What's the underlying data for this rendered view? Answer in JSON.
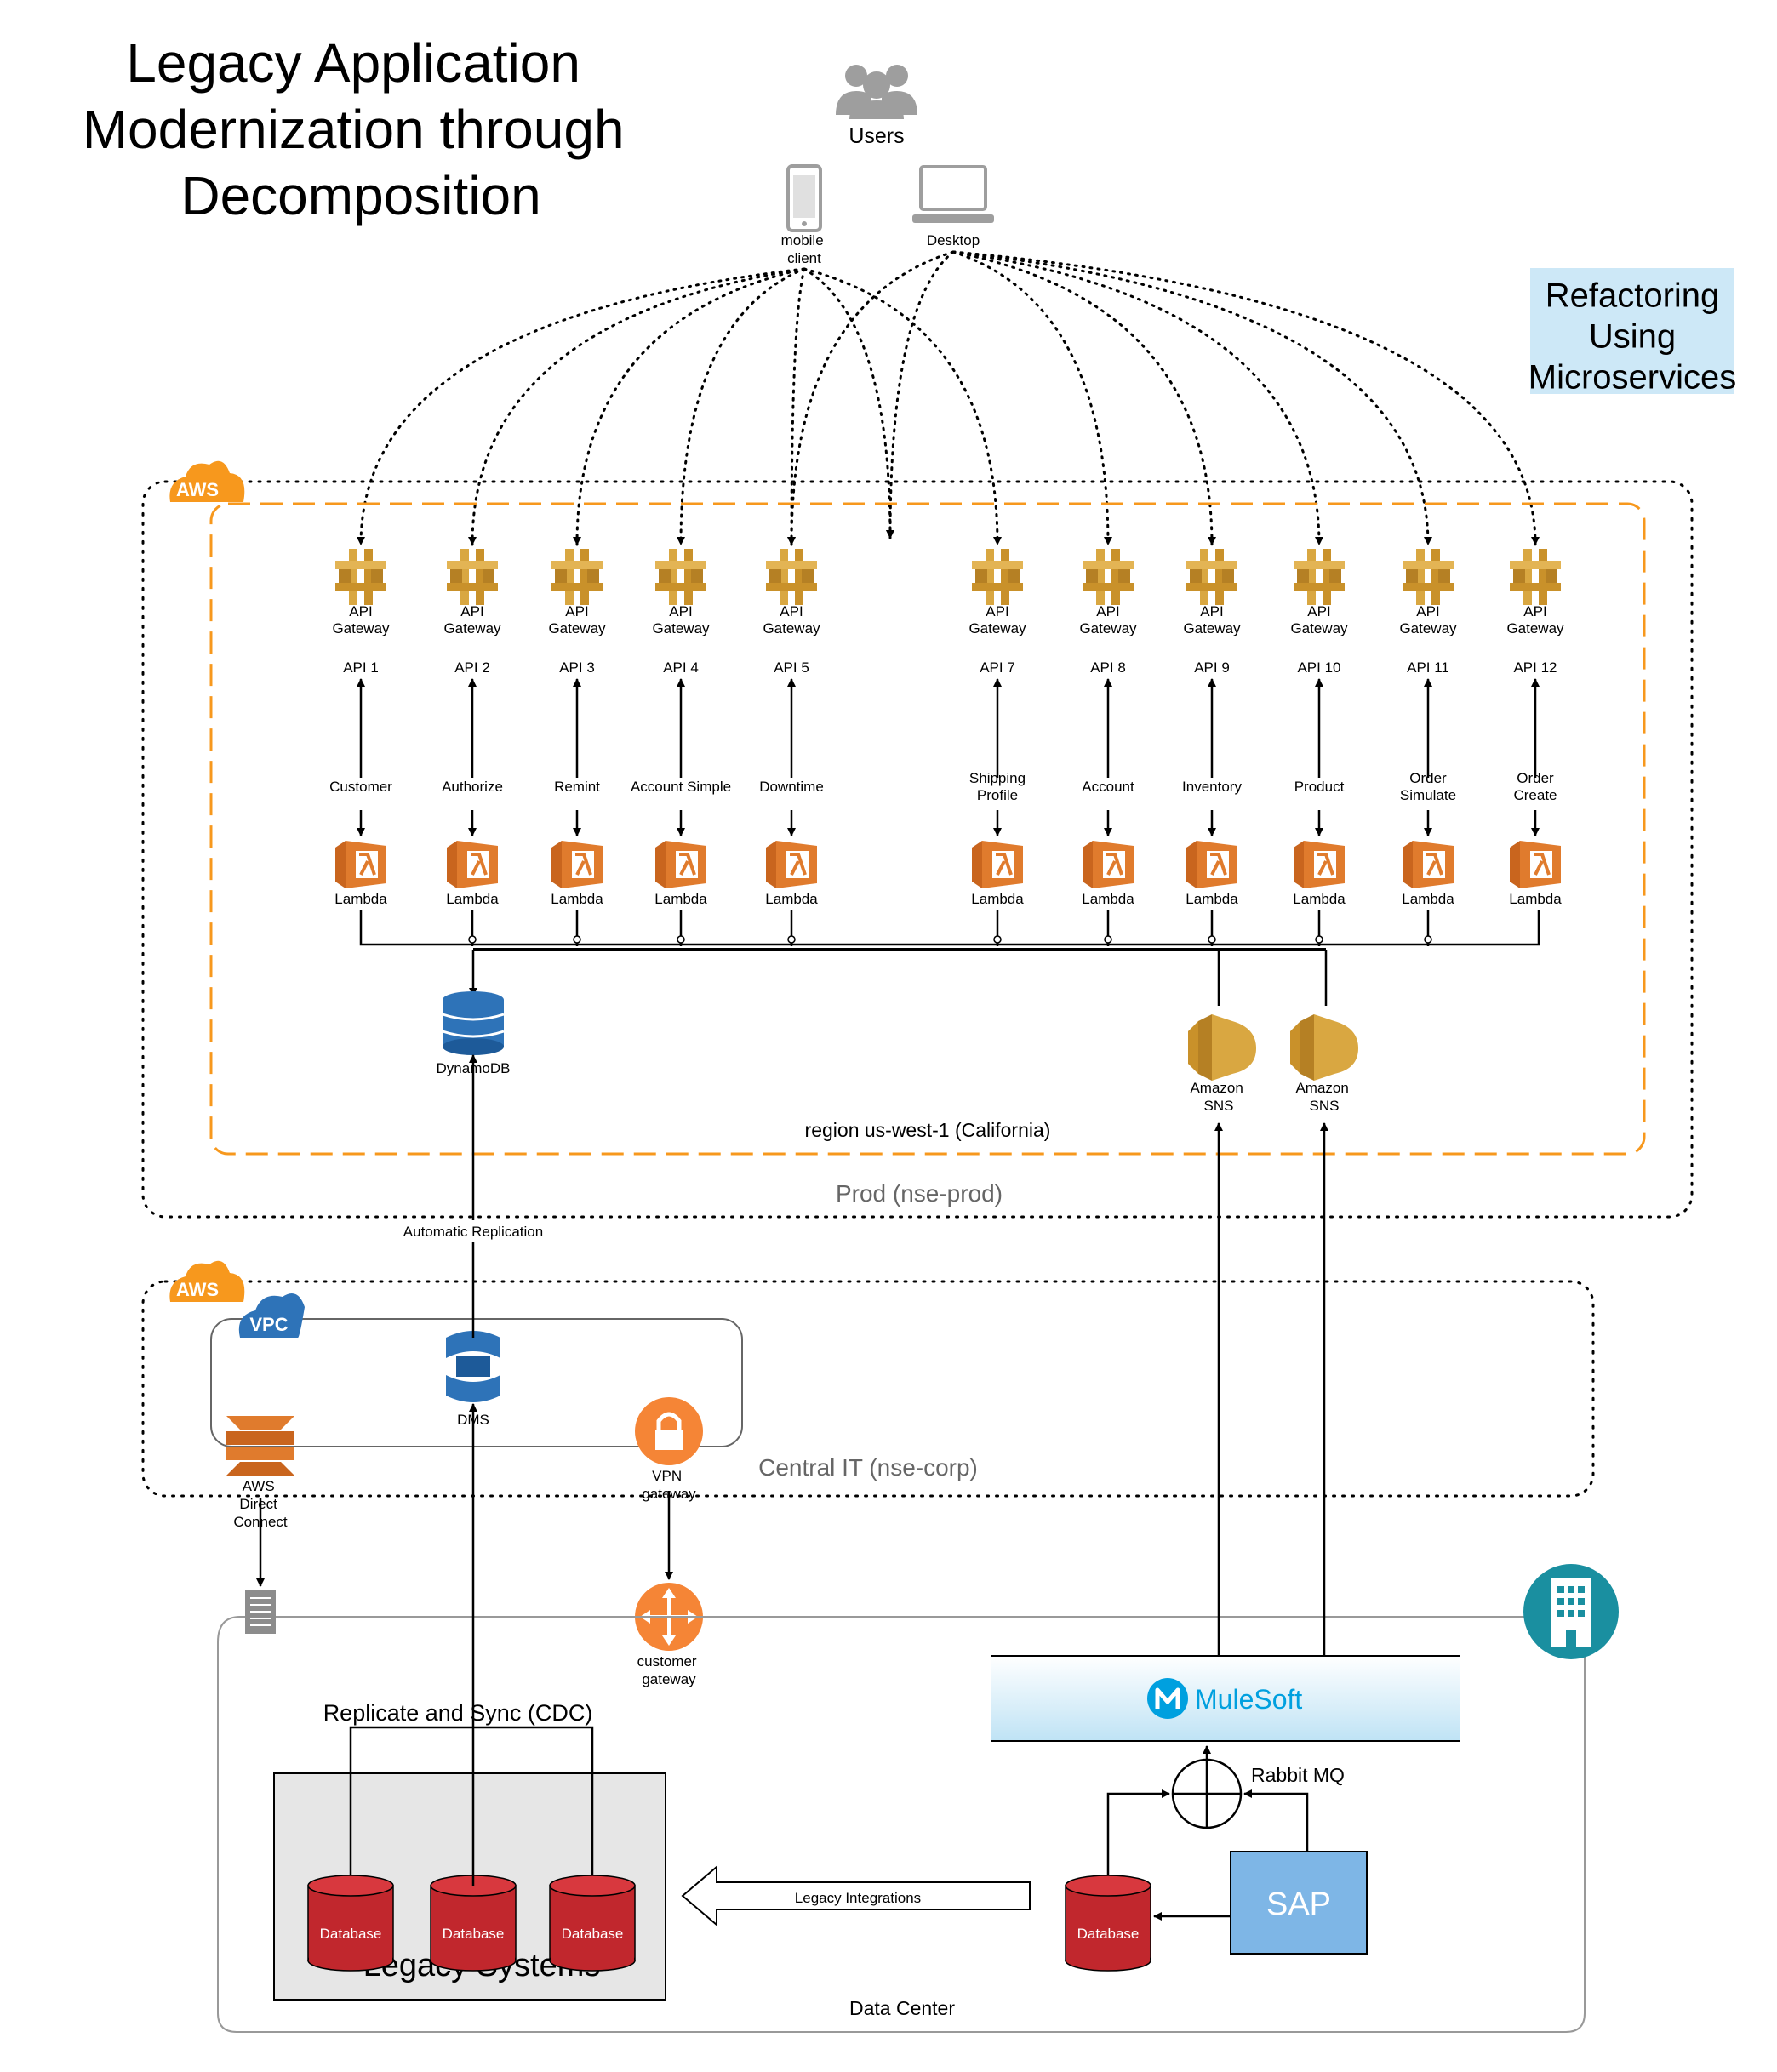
{
  "title": [
    "Legacy Application",
    "Modernization through",
    "Decomposition"
  ],
  "note": [
    "Refactoring",
    "Using",
    "Microservices"
  ],
  "users_label": "Users",
  "clients": {
    "mobile": [
      "mobile",
      "client"
    ],
    "desktop": "Desktop"
  },
  "aws_badge": "AWS",
  "vpc_badge": "VPC",
  "prod_label": "Prod (nse-prod)",
  "region_label": "region us-west-1 (California)",
  "central_label": "Central IT (nse-corp)",
  "datacenter_label": "Data Center",
  "gateway_label": [
    "API",
    "Gateway"
  ],
  "lambda_label": "Lambda",
  "services": [
    {
      "api": "API 1",
      "name": [
        "Customer"
      ]
    },
    {
      "api": "API 2",
      "name": [
        "Authorize"
      ]
    },
    {
      "api": "API 3",
      "name": [
        "Remint"
      ]
    },
    {
      "api": "API 4",
      "name": [
        "Account Simple"
      ]
    },
    {
      "api": "API 5",
      "name": [
        "Downtime"
      ]
    },
    {
      "api": "API 7",
      "name": [
        "Shipping",
        "Profile"
      ]
    },
    {
      "api": "API 8",
      "name": [
        "Account"
      ]
    },
    {
      "api": "API 9",
      "name": [
        "Inventory"
      ]
    },
    {
      "api": "API 10",
      "name": [
        "Product"
      ]
    },
    {
      "api": "API 11",
      "name": [
        "Order",
        "Simulate"
      ]
    },
    {
      "api": "API 12",
      "name": [
        "Order",
        "Create"
      ]
    }
  ],
  "dynamodb_label": "DynamoDB",
  "sns_label": [
    "Amazon",
    "SNS"
  ],
  "automatic_replication": "Automatic Replication",
  "dms_label": "DMS",
  "direct_connect_label": [
    "AWS",
    "Direct",
    "Connect"
  ],
  "vpn_label": [
    "VPN",
    "gateway"
  ],
  "customer_gateway_label": [
    "customer",
    "gateway"
  ],
  "replicate_label": "Replicate and Sync (CDC)",
  "mulesoft_label": "MuleSoft",
  "rabbit_label": "Rabbit MQ",
  "sap_label": "SAP",
  "database_label": "Database",
  "legacy_systems": "Legacy Systems",
  "legacy_integrations": "Legacy Integrations",
  "colors": {
    "aws_orange": "#F7981D",
    "gateway_gold": "#D9A741",
    "lambda_orange": "#E07B2D",
    "dynamo_blue": "#2E73B8",
    "db_red": "#C1272D",
    "sap_blue": "#7EB6E6",
    "note_blue": "#CDE8F7",
    "teal": "#1A8FA0"
  }
}
